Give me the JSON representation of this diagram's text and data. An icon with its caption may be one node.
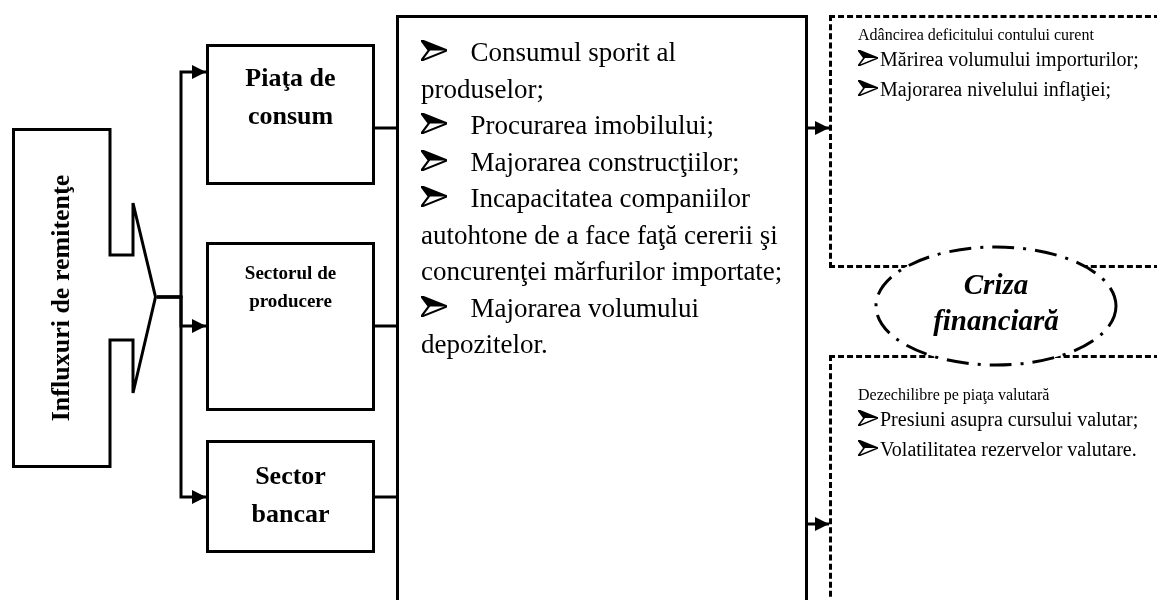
{
  "diagram": {
    "nodes": [
      {
        "text": [
          "Influxuri de remitenţe"
        ]
      },
      {
        "text": [
          "Piaţa de consum"
        ]
      },
      {
        "text": [
          "Sectorul de producere"
        ]
      },
      {
        "text": [
          "Sector bancar"
        ]
      },
      {
        "text": [
          "Consumul sporit al produselor;",
          "Procurarea imobilului;",
          "Majorarea construcţiilor;",
          "Incapacitatea companiilor autohtone de a face faţă cererii şi concurenţei mărfurilor importate;",
          "Majorarea volumului depozitelor."
        ]
      },
      {
        "text": [
          "Adâncirea deficitului contului curent",
          "Mărirea volumului importurilor;",
          "Majorarea nivelului inflaţiei;"
        ]
      },
      {
        "text": [
          "Criza financiară"
        ]
      },
      {
        "text": [
          "Dezechilibre pe piaţa valutară",
          "Presiuni asupra cursului valutar;",
          "Volatilitatea rezervelor valutare."
        ]
      }
    ],
    "edges": [
      {
        "from": 0,
        "to": 1,
        "arrow": "to"
      },
      {
        "from": 0,
        "to": 2,
        "arrow": "to"
      },
      {
        "from": 0,
        "to": 3,
        "arrow": "to"
      },
      {
        "from": 1,
        "to": 4,
        "arrow": "none"
      },
      {
        "from": 2,
        "to": 4,
        "arrow": "none"
      },
      {
        "from": 3,
        "to": 4,
        "arrow": "none"
      },
      {
        "from": 4,
        "to": 5,
        "arrow": "to"
      },
      {
        "from": 4,
        "to": 7,
        "arrow": "to"
      }
    ]
  }
}
